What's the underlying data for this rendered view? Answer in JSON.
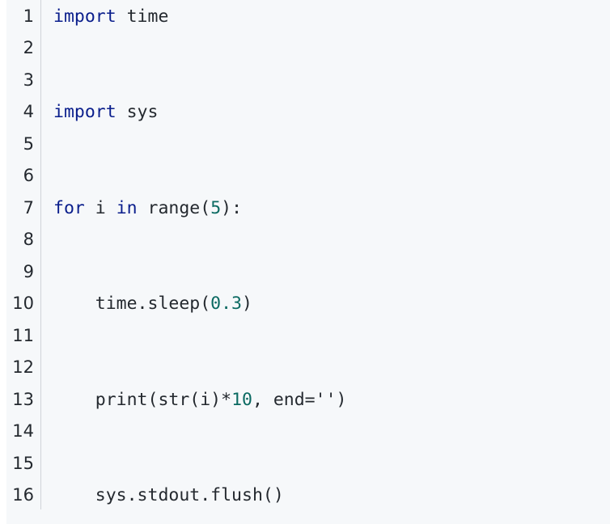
{
  "line_numbers": [
    "1",
    "2",
    "3",
    "4",
    "5",
    "6",
    "7",
    "8",
    "9",
    "10",
    "11",
    "12",
    "13",
    "14",
    "15",
    "16"
  ],
  "code_lines": [
    [
      {
        "t": "import",
        "c": "kw"
      },
      {
        "t": " time",
        "c": "plain"
      }
    ],
    [],
    [],
    [
      {
        "t": "import",
        "c": "kw"
      },
      {
        "t": " sys",
        "c": "plain"
      }
    ],
    [],
    [],
    [
      {
        "t": "for",
        "c": "kw"
      },
      {
        "t": " i ",
        "c": "plain"
      },
      {
        "t": "in",
        "c": "kw"
      },
      {
        "t": " range(",
        "c": "plain"
      },
      {
        "t": "5",
        "c": "num"
      },
      {
        "t": "):",
        "c": "plain"
      }
    ],
    [],
    [],
    [
      {
        "t": "    time.sleep(",
        "c": "plain"
      },
      {
        "t": "0.3",
        "c": "num"
      },
      {
        "t": ")",
        "c": "plain"
      }
    ],
    [],
    [],
    [
      {
        "t": "    print(str(i)*",
        "c": "plain"
      },
      {
        "t": "10",
        "c": "num"
      },
      {
        "t": ", end=",
        "c": "plain"
      },
      {
        "t": "''",
        "c": "str"
      },
      {
        "t": ")",
        "c": "plain"
      }
    ],
    [],
    [],
    [
      {
        "t": "    sys.stdout.flush()",
        "c": "plain"
      }
    ]
  ],
  "colors": {
    "keyword": "#0a1e8c",
    "number": "#0b6a62",
    "text": "#24292f",
    "background": "#f6f8fa"
  }
}
